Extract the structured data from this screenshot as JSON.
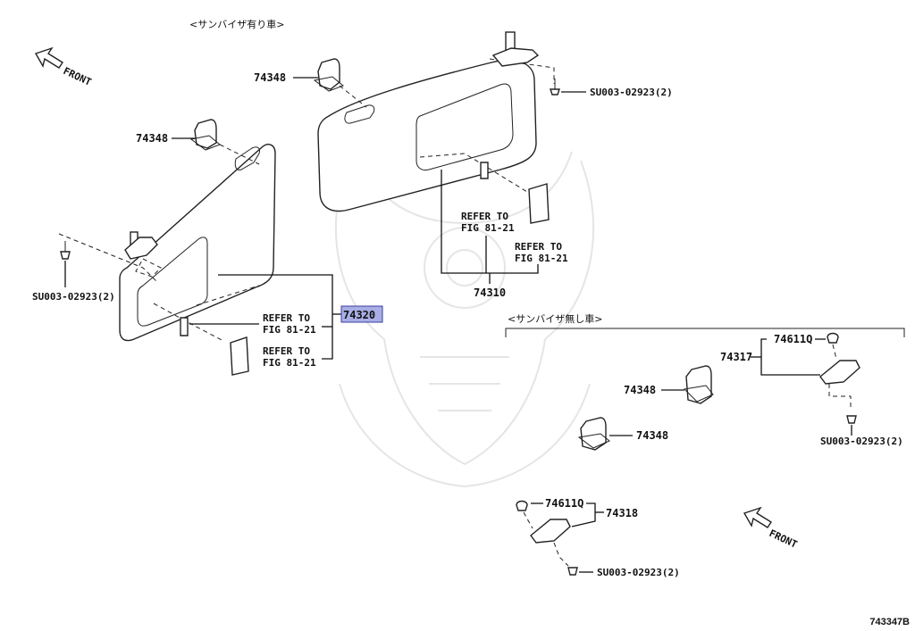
{
  "headings": {
    "with_visor_vehicle": "<サンバイザ有り車>",
    "without_visor_vehicle": "<サンバイザ無し車>"
  },
  "front_labels": {
    "top_left": "FRONT",
    "bottom_right": "FRONT"
  },
  "part_numbers": {
    "holder_top": "74348",
    "holder_left": "74348",
    "visor_assy_rh": "74310",
    "visor_assy_lh": "74320",
    "holder_mid_a": "74348",
    "holder_mid_b": "74348",
    "bracket_upper": "74317",
    "bracket_lower": "74318",
    "clip_upper": "74611Q",
    "clip_lower": "74611Q"
  },
  "screws": {
    "top_right": "SU003-02923(2)",
    "left": "SU003-02923(2)",
    "right_mid": "SU003-02923(2)",
    "bottom": "SU003-02923(2)"
  },
  "refer": {
    "line1": "REFER TO",
    "line2": "FIG 81-21"
  },
  "figure_code": "743347B"
}
